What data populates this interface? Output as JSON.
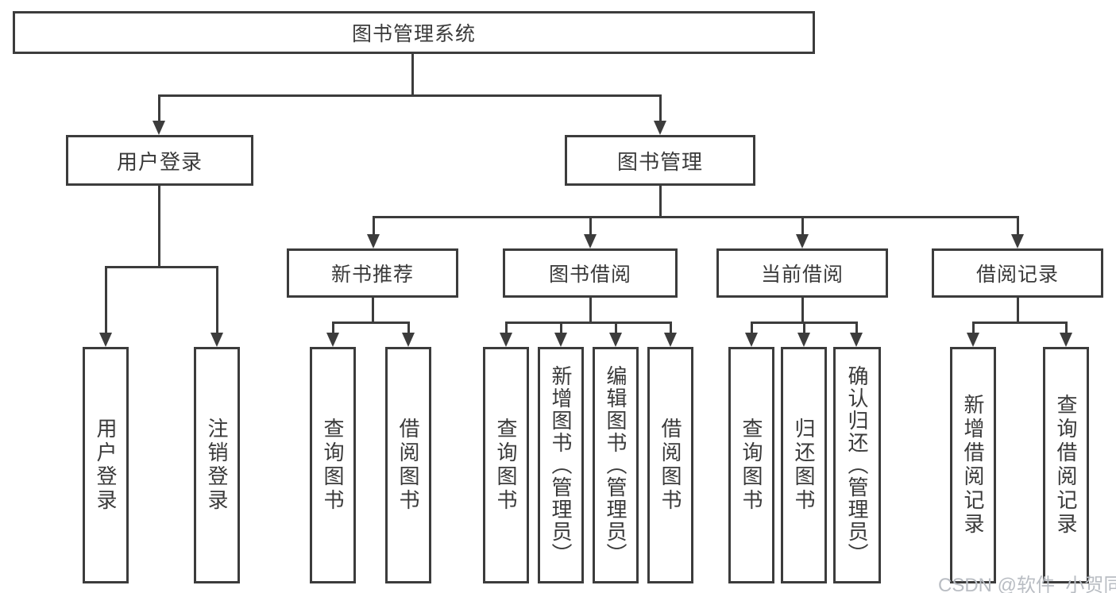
{
  "tree": {
    "root": {
      "label": "图书管理系统"
    },
    "branches": [
      {
        "label": "用户登录",
        "leaves": [
          {
            "label": "用户登录"
          },
          {
            "label": "注销登录"
          }
        ]
      },
      {
        "label": "图书管理",
        "sections": [
          {
            "label": "新书推荐",
            "leaves": [
              {
                "label": "查询图书"
              },
              {
                "label": "借阅图书"
              }
            ]
          },
          {
            "label": "图书借阅",
            "leaves": [
              {
                "label": "查询图书"
              },
              {
                "label": "新增图书（管理员）"
              },
              {
                "label": "编辑图书（管理员）"
              },
              {
                "label": "借阅图书"
              }
            ]
          },
          {
            "label": "当前借阅",
            "leaves": [
              {
                "label": "查询图书"
              },
              {
                "label": "归还图书"
              },
              {
                "label": "确认归还（管理员）"
              }
            ]
          },
          {
            "label": "借阅记录",
            "leaves": [
              {
                "label": "新增借阅记录"
              },
              {
                "label": "查询借阅记录"
              }
            ]
          }
        ]
      }
    ]
  },
  "watermark": {
    "text": "CSDN @软件_小贺同学"
  },
  "colors": {
    "line": "#3c3c3c",
    "text": "#3a3a3a",
    "background": "#ffffff",
    "watermark": "#b9bdc3"
  }
}
